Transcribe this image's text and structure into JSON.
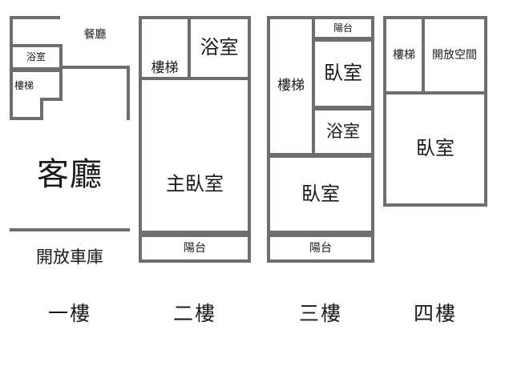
{
  "title": "Four-floor residential floor plan",
  "style": {
    "wall_color": "#6e6e6e",
    "text_color": "#1a1a1a",
    "background": "#ffffff"
  },
  "floors": [
    {
      "id": "floor-1",
      "caption": "一樓",
      "rooms": [
        {
          "key": "dining",
          "label": "餐廳",
          "name": "room-dining"
        },
        {
          "key": "bath",
          "label": "浴室",
          "name": "room-bathroom"
        },
        {
          "key": "stairs",
          "label": "樓梯",
          "name": "room-stairs"
        },
        {
          "key": "living",
          "label": "客廳",
          "name": "room-living"
        },
        {
          "key": "garage",
          "label": "開放車庫",
          "name": "room-open-garage"
        }
      ]
    },
    {
      "id": "floor-2",
      "caption": "二樓",
      "rooms": [
        {
          "key": "stairs",
          "label": "樓梯",
          "name": "room-stairs"
        },
        {
          "key": "bath",
          "label": "浴室",
          "name": "room-bathroom"
        },
        {
          "key": "master",
          "label": "主臥室",
          "name": "room-master-bedroom"
        },
        {
          "key": "balcony",
          "label": "陽台",
          "name": "room-balcony"
        }
      ]
    },
    {
      "id": "floor-3",
      "caption": "三樓",
      "rooms": [
        {
          "key": "balcony_top",
          "label": "陽台",
          "name": "room-balcony-top"
        },
        {
          "key": "stairs",
          "label": "樓梯",
          "name": "room-stairs"
        },
        {
          "key": "bed_upper",
          "label": "臥室",
          "name": "room-bedroom-upper"
        },
        {
          "key": "bath",
          "label": "浴室",
          "name": "room-bathroom"
        },
        {
          "key": "bed_lower",
          "label": "臥室",
          "name": "room-bedroom-lower"
        },
        {
          "key": "balcony_bot",
          "label": "陽台",
          "name": "room-balcony-bottom"
        }
      ]
    },
    {
      "id": "floor-4",
      "caption": "四樓",
      "rooms": [
        {
          "key": "stairs",
          "label": "樓梯",
          "name": "room-stairs"
        },
        {
          "key": "openspace",
          "label": "開放空間",
          "name": "room-open-space"
        },
        {
          "key": "bedroom",
          "label": "臥室",
          "name": "room-bedroom"
        }
      ]
    }
  ]
}
